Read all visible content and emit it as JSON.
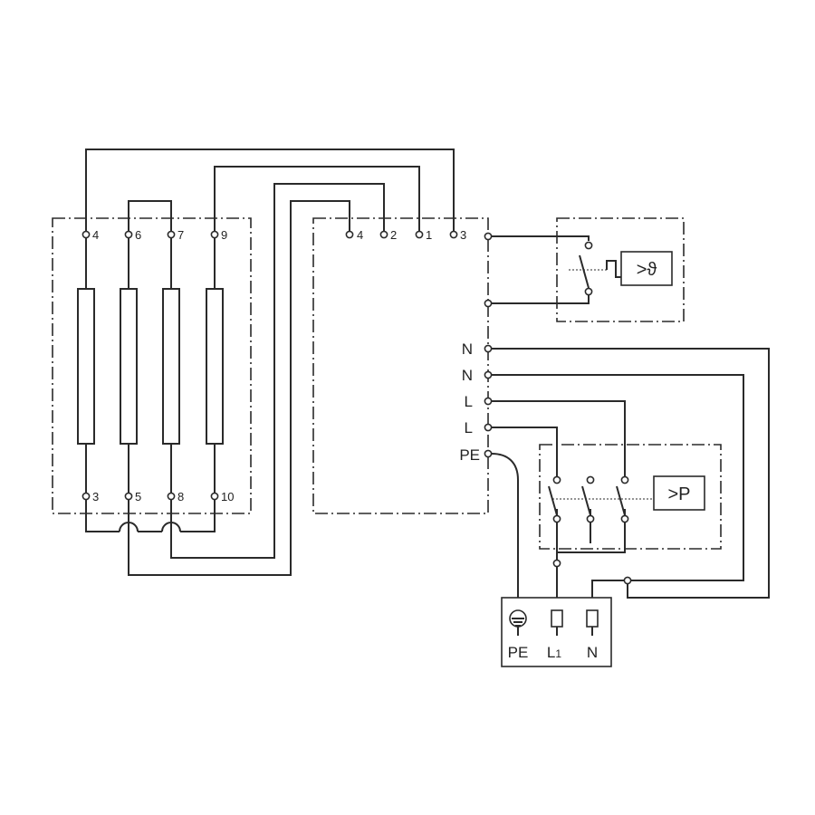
{
  "heater_terminals_top": [
    "4",
    "6",
    "7",
    "9"
  ],
  "heater_terminals_bottom": [
    "3",
    "5",
    "8",
    "10"
  ],
  "control_terminals_top": [
    "4",
    "2",
    "1",
    "3"
  ],
  "supply_labels": [
    "N",
    "N",
    "L",
    "L",
    "PE"
  ],
  "thermostat_symbol": ">ϑ",
  "pressure_symbol": ">P",
  "mains_labels": {
    "pe": "PE",
    "l1_letter": "L",
    "l1_sub": "1",
    "n": "N"
  }
}
